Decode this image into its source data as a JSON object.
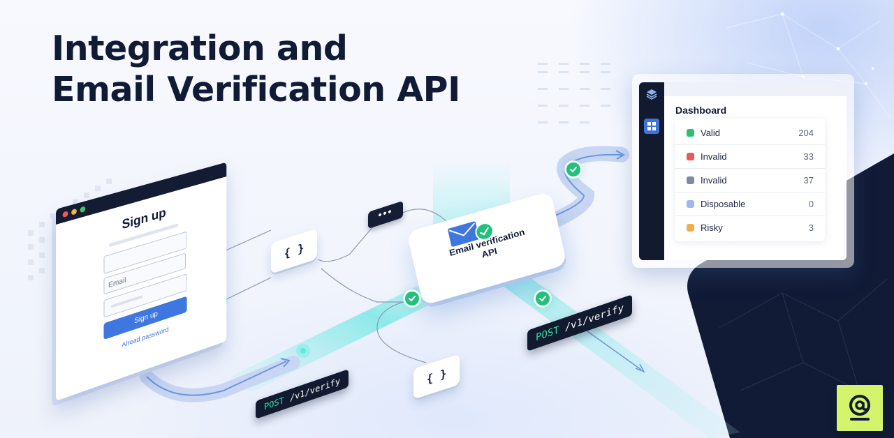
{
  "headline": {
    "line1": "Integration and",
    "line2": "Email Verification API"
  },
  "signup_form": {
    "title": "Sign up",
    "email_placeholder": "Email",
    "button_label": "Sign up",
    "link_text": "Alread password"
  },
  "api_card": {
    "label_line1": "Email verification",
    "label_line2": "API",
    "icon": "envelope-icon"
  },
  "request_tags": [
    {
      "method": "POST",
      "path": "/v1/verify"
    },
    {
      "method": "POST",
      "path": "/v1/verify"
    }
  ],
  "snippet_tiles": {
    "brace_symbol": "{ }",
    "dots_symbol": "•••"
  },
  "dashboard": {
    "title": "Dashboard",
    "sidebar_icons": [
      "layers-icon",
      "grid-icon"
    ],
    "rows": [
      {
        "label": "Valid",
        "value": "204",
        "color": "#2fbf71"
      },
      {
        "label": "Invalid",
        "value": "33",
        "color": "#e8575a"
      },
      {
        "label": "Invalid",
        "value": "37",
        "color": "#7f89a0"
      },
      {
        "label": "Disposable",
        "value": "0",
        "color": "#9db8ee"
      },
      {
        "label": "Risky",
        "value": "3",
        "color": "#f2ad4a"
      }
    ]
  },
  "logo": {
    "icon": "at-sign-icon",
    "color": "#d4f56b"
  },
  "colors": {
    "navy": "#111b36",
    "accent_blue": "#3e77e0",
    "flow_cyan": "#35e3dc",
    "success_green": "#22c07a"
  }
}
